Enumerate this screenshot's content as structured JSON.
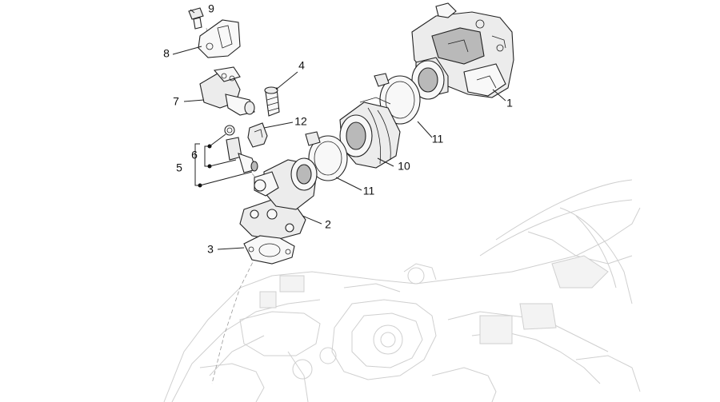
{
  "callouts": [
    {
      "id": "1",
      "label": "1"
    },
    {
      "id": "2",
      "label": "2"
    },
    {
      "id": "3",
      "label": "3"
    },
    {
      "id": "4",
      "label": "4"
    },
    {
      "id": "5",
      "label": "5"
    },
    {
      "id": "6",
      "label": "6"
    },
    {
      "id": "7",
      "label": "7"
    },
    {
      "id": "8",
      "label": "8"
    },
    {
      "id": "9",
      "label": "9"
    },
    {
      "id": "10",
      "label": "10"
    },
    {
      "id": "11a",
      "label": "11"
    },
    {
      "id": "11b",
      "label": "11"
    },
    {
      "id": "12",
      "label": "12"
    }
  ]
}
